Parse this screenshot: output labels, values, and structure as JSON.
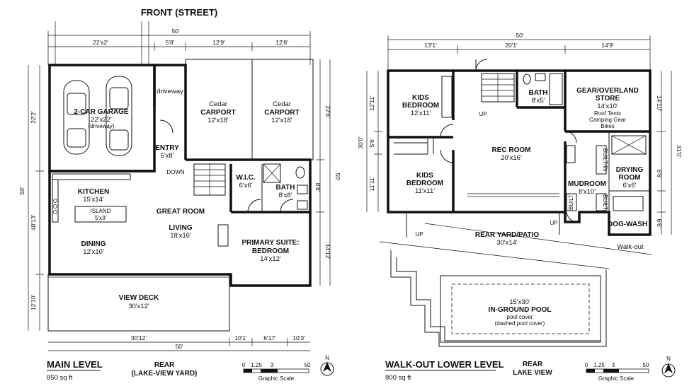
{
  "top_label": "FRONT (STREET)",
  "main": {
    "title": "MAIN LEVEL",
    "area": "850 sq ft",
    "rear_label_1": "REAR",
    "rear_label_2": "(LAKE-VIEW YARD)",
    "dims_top": [
      "50'",
      "22'x2'",
      "5'8'",
      "12'9'",
      "12'8'"
    ],
    "dims_bottom": [
      "30'12'",
      "10'1'",
      "6'17'",
      "10'3'",
      "50'"
    ],
    "dims_left": [
      "22'2'",
      "48'13'",
      "12'10'",
      "50'"
    ],
    "dims_right": [
      "22'6'",
      "8'8'",
      "14'12'",
      "50'"
    ],
    "rooms": {
      "garage": [
        "2-CAR GARAGE",
        "22'x22'",
        "(driveway)"
      ],
      "driveway": "driveway",
      "carport1": [
        "Cedar",
        "CARPORT",
        "12'x18'"
      ],
      "carport2": [
        "Cedar",
        "CARPORT",
        "12'x18'"
      ],
      "entry": [
        "ENTRY",
        "5'x8'"
      ],
      "down": "DOWN",
      "wic": [
        "W.I.C.",
        "6'x6'"
      ],
      "bath": [
        "BATH",
        "8'x8'"
      ],
      "kitchen": [
        "KITCHEN",
        "15'x14'"
      ],
      "island": [
        "ISLAND",
        "5'x3'"
      ],
      "great": "GREAT ROOM",
      "living": [
        "LIVING",
        "18'x16'"
      ],
      "dining": [
        "DINING",
        "12'x10'"
      ],
      "primary": [
        "PRIMARY SUITE:",
        "BEDROOM",
        "14'x12'"
      ],
      "deck": [
        "VIEW DECK",
        "30'x12'"
      ]
    },
    "scale": {
      "ticks": [
        "0",
        "1.25",
        "3",
        "50"
      ],
      "label": "Graphic Scale"
    },
    "north": "N"
  },
  "lower": {
    "title": "WALK-OUT LOWER LEVEL",
    "area": "800 sq ft",
    "rear_label_1": "REAR",
    "rear_label_2": "LAKE VIEW",
    "dims_top": [
      "50'",
      "13'1'",
      "20'1'",
      "14'9'"
    ],
    "dims_left": [
      "12'11'",
      "5'6'",
      "11'11'",
      "30'0'"
    ],
    "dims_right": [
      "14'10'",
      "31'0'",
      "6'6'",
      "6'6'"
    ],
    "rooms": {
      "kids1": [
        "KIDS",
        "BEDROOM",
        "12'x11'"
      ],
      "kids2": [
        "KIDS",
        "BEDROOM",
        "11'x11'"
      ],
      "bath": [
        "BATH",
        "8'x5'"
      ],
      "gear": [
        "GEAR/OVERLAND",
        "STORE",
        "14'x10'",
        "Roof Tents",
        "Camping Gear",
        "Bikes"
      ],
      "rec": [
        "REC ROOM",
        "20'x16'"
      ],
      "mudroom": [
        "MUDROOM",
        "8'x10'"
      ],
      "drying": [
        "DRYING",
        "ROOM",
        "6'x6'"
      ],
      "dogwash": "DOG-WASH",
      "patio": [
        "REAR YARD/PATIO",
        "30'x14'"
      ],
      "walkout": "Walk-out",
      "pool": [
        "15'x30'",
        "IN-GROUND POOL",
        "pool cover",
        "(dashed pool cover)"
      ],
      "up": "UP",
      "built": "BUILT",
      "builtin": "BUILT-IN"
    },
    "scale": {
      "ticks": [
        "0",
        "1.25",
        "3",
        "50"
      ],
      "label": "Graphic Scale"
    },
    "north": "N"
  }
}
